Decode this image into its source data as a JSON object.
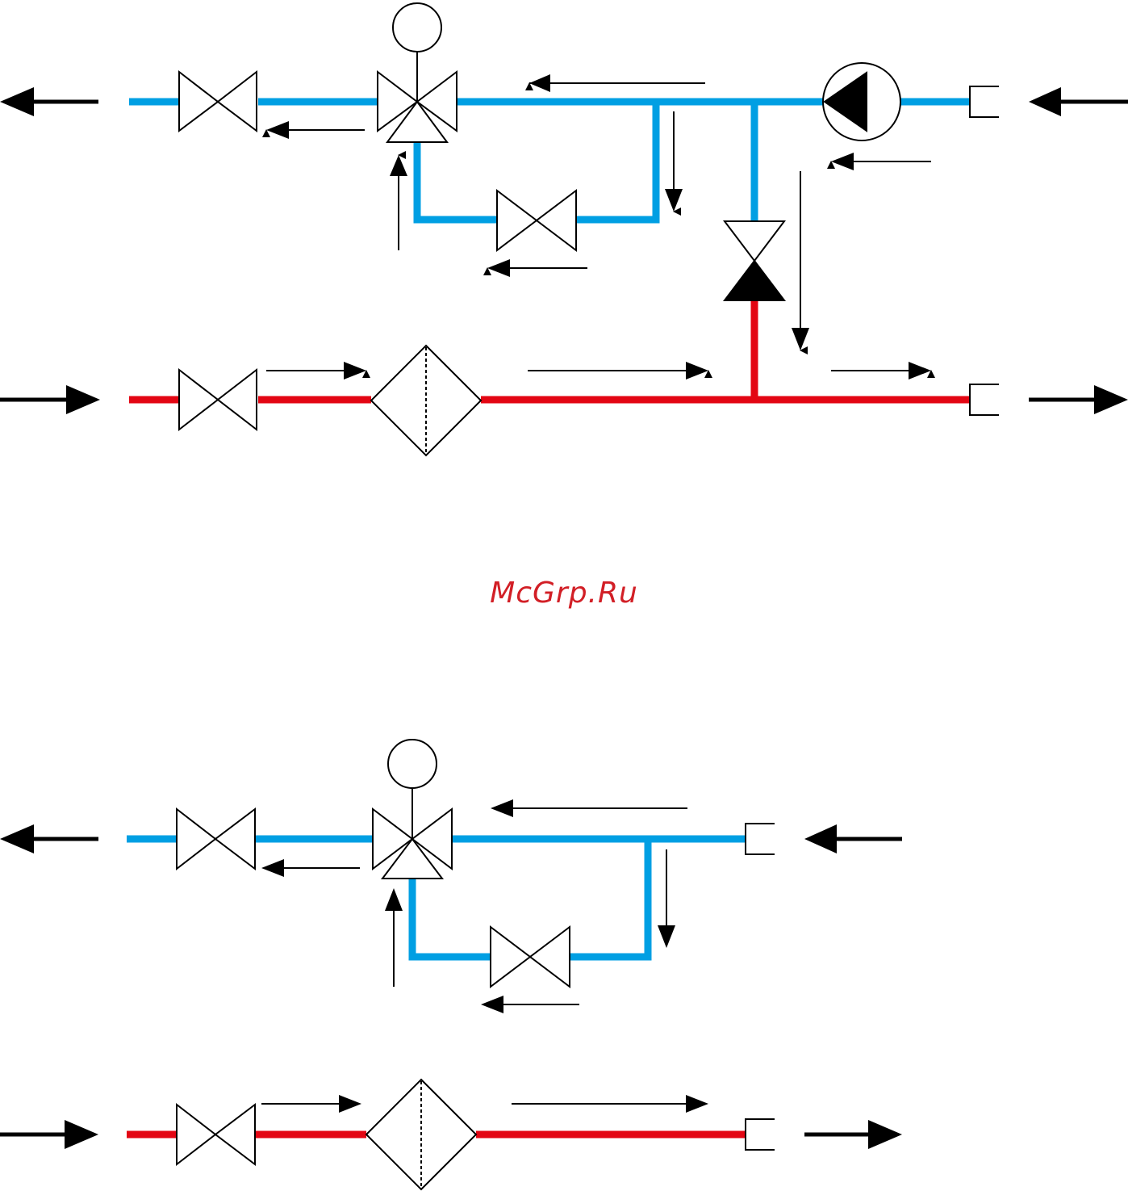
{
  "watermark": {
    "text": "McGrp.Ru"
  },
  "colors": {
    "supply_pipe": "#e30613",
    "return_pipe": "#009fe3",
    "line": "#000000",
    "watermark": "#d21f26"
  },
  "schemes": [
    {
      "id": "scheme-with-pump",
      "components": [
        "shutoff-valve",
        "three-way-mixing-valve-with-actuator",
        "bypass-balancing-valve",
        "circulation-pump",
        "check-valve",
        "strainer",
        "shutoff-valve",
        "pipe-connection",
        "pipe-connection"
      ]
    },
    {
      "id": "scheme-without-pump",
      "components": [
        "shutoff-valve",
        "three-way-mixing-valve-with-actuator",
        "bypass-balancing-valve",
        "strainer",
        "shutoff-valve",
        "pipe-connection",
        "pipe-connection"
      ]
    }
  ]
}
